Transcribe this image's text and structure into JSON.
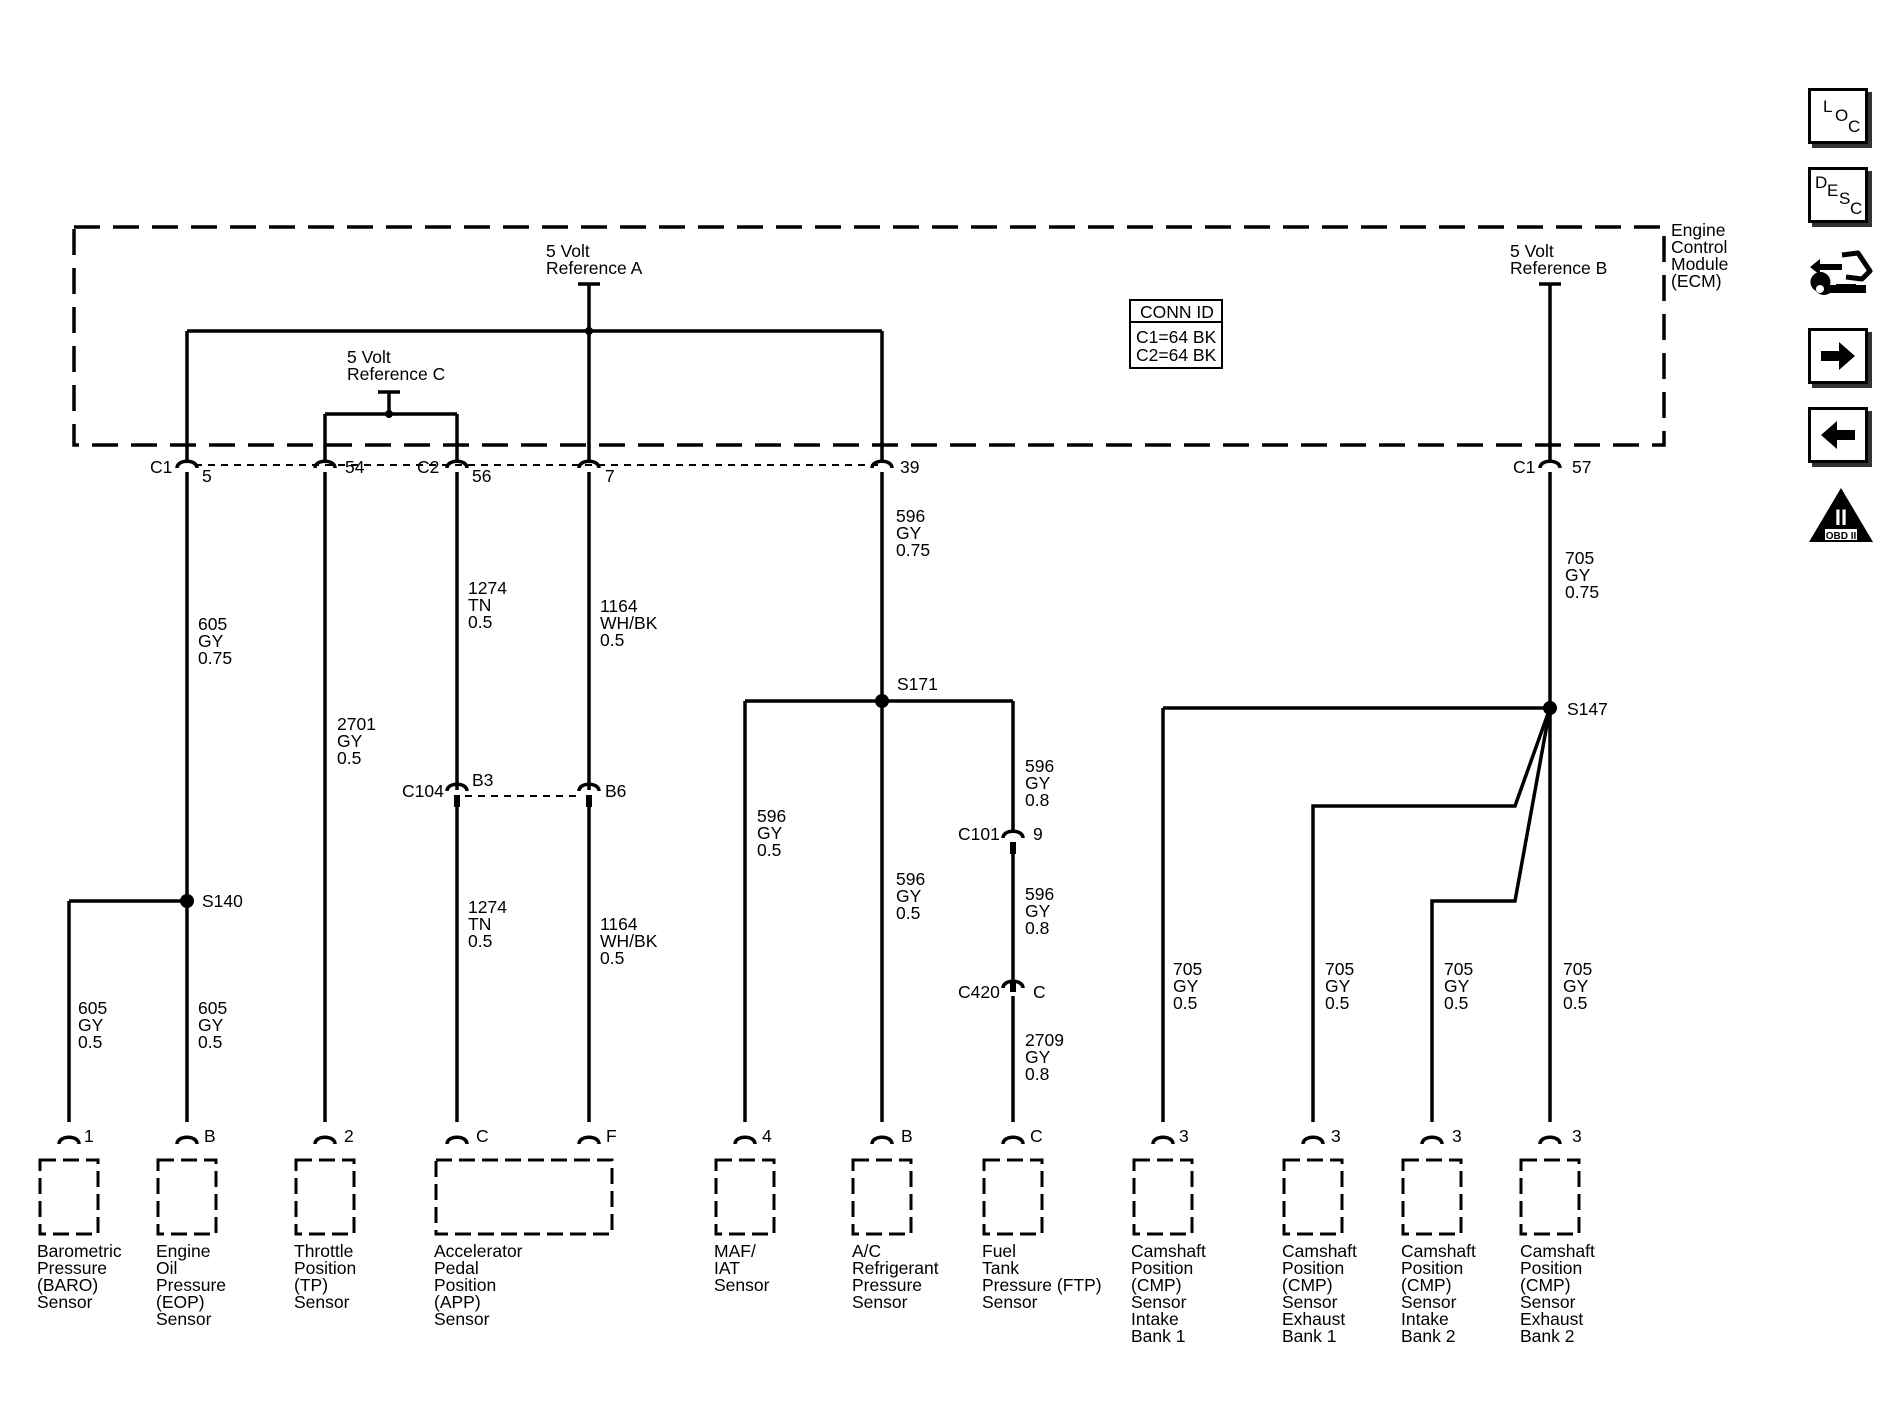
{
  "ecm": {
    "name_l1": "Engine",
    "name_l2": "Control",
    "name_l3": "Module",
    "name_l4": "(ECM)"
  },
  "refs": {
    "a": {
      "l1": "5 Volt",
      "l2": "Reference A"
    },
    "b": {
      "l1": "5 Volt",
      "l2": "Reference B"
    },
    "c": {
      "l1": "5 Volt",
      "l2": "Reference C"
    }
  },
  "conn_id": {
    "title": "CONN ID",
    "c1": "C1=64 BK",
    "c2": "C2=64 BK"
  },
  "ecm_pins": {
    "c1": "C1",
    "p5": "5",
    "p54": "54",
    "c2": "C2",
    "p56": "56",
    "p7": "7",
    "p39": "39",
    "c1b": "C1",
    "p57": "57"
  },
  "wires": {
    "w605a": [
      "605",
      "GY",
      "0.75"
    ],
    "w2701": [
      "2701",
      "GY",
      "0.5"
    ],
    "w1274a": [
      "1274",
      "TN",
      "0.5"
    ],
    "w1164a": [
      "1164",
      "WH/BK",
      "0.5"
    ],
    "w596a": [
      "596",
      "GY",
      "0.75"
    ],
    "w705a": [
      "705",
      "GY",
      "0.75"
    ],
    "w605b": [
      "605",
      "GY",
      "0.5"
    ],
    "w605c": [
      "605",
      "GY",
      "0.5"
    ],
    "w1274b": [
      "1274",
      "TN",
      "0.5"
    ],
    "w1164b": [
      "1164",
      "WH/BK",
      "0.5"
    ],
    "w596b": [
      "596",
      "GY",
      "0.5"
    ],
    "w596c": [
      "596",
      "GY",
      "0.5"
    ],
    "w596d": [
      "596",
      "GY",
      "0.8"
    ],
    "w596e": [
      "596",
      "GY",
      "0.8"
    ],
    "w2709": [
      "2709",
      "GY",
      "0.8"
    ],
    "w705b": [
      "705",
      "GY",
      "0.5"
    ],
    "w705c": [
      "705",
      "GY",
      "0.5"
    ],
    "w705d": [
      "705",
      "GY",
      "0.5"
    ],
    "w705e": [
      "705",
      "GY",
      "0.5"
    ]
  },
  "splices": {
    "s140": "S140",
    "s171": "S171",
    "s147": "S147"
  },
  "inline": {
    "c104": "C104",
    "b3": "B3",
    "b6": "B6",
    "c101": "C101",
    "c101pin": "9",
    "c420": "C420",
    "c420pin": "C"
  },
  "sensor_pins": {
    "baro": "1",
    "eop": "B",
    "tp": "2",
    "app1": "C",
    "app2": "F",
    "maf": "4",
    "ac": "B",
    "ftp": "C",
    "cmp1": "3",
    "cmp2": "3",
    "cmp3": "3",
    "cmp4": "3"
  },
  "sensors": {
    "baro": [
      "Barometric",
      "Pressure",
      "(BARO)",
      "Sensor"
    ],
    "eop": [
      "Engine",
      "Oil",
      "Pressure",
      "(EOP)",
      "Sensor"
    ],
    "tp": [
      "Throttle",
      "Position",
      "(TP)",
      "Sensor"
    ],
    "app": [
      "Accelerator",
      "Pedal",
      "Position",
      "(APP)",
      "Sensor"
    ],
    "maf": [
      "MAF/",
      "IAT",
      "Sensor"
    ],
    "ac": [
      "A/C",
      "Refrigerant",
      "Pressure",
      "Sensor"
    ],
    "ftp": [
      "Fuel",
      "Tank",
      "Pressure (FTP)",
      "Sensor"
    ],
    "cmp_i1": [
      "Camshaft",
      "Position",
      "(CMP)",
      "Sensor",
      "Intake",
      "Bank 1"
    ],
    "cmp_e1": [
      "Camshaft",
      "Position",
      "(CMP)",
      "Sensor",
      "Exhaust",
      "Bank 1"
    ],
    "cmp_i2": [
      "Camshaft",
      "Position",
      "(CMP)",
      "Sensor",
      "Intake",
      "Bank 2"
    ],
    "cmp_e2": [
      "Camshaft",
      "Position",
      "(CMP)",
      "Sensor",
      "Exhaust",
      "Bank 2"
    ]
  },
  "nav": {
    "loc": [
      "L",
      "O",
      "C"
    ],
    "desc": [
      "D",
      "E",
      "S",
      "C"
    ],
    "obd": "OBD II",
    "obd_big": "II",
    "icons": [
      "loc-icon",
      "desc-icon",
      "connector-wrench-icon",
      "arrow-right-icon",
      "arrow-left-icon",
      "obd-ii-icon"
    ]
  }
}
